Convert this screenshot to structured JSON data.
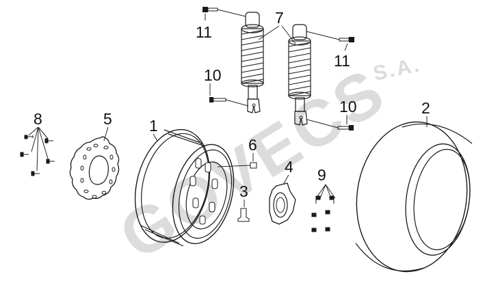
{
  "watermark": {
    "brand": "GOVECS",
    "suffix": "S.A."
  },
  "callouts": {
    "wheel_rim": "1",
    "tire": "2",
    "valve": "3",
    "sprocket_plate": "4",
    "brake_disc": "5",
    "spacer": "6",
    "shock_absorbers": "7",
    "disc_bolts": "8",
    "plate_bolts": "9",
    "lower_bolt_left": "10",
    "lower_bolt_right": "10",
    "upper_bolt_left": "11",
    "upper_bolt_right": "11"
  },
  "colors": {
    "line": "#1a1a1a",
    "watermark": "#dcdcdc",
    "background": "#ffffff"
  }
}
